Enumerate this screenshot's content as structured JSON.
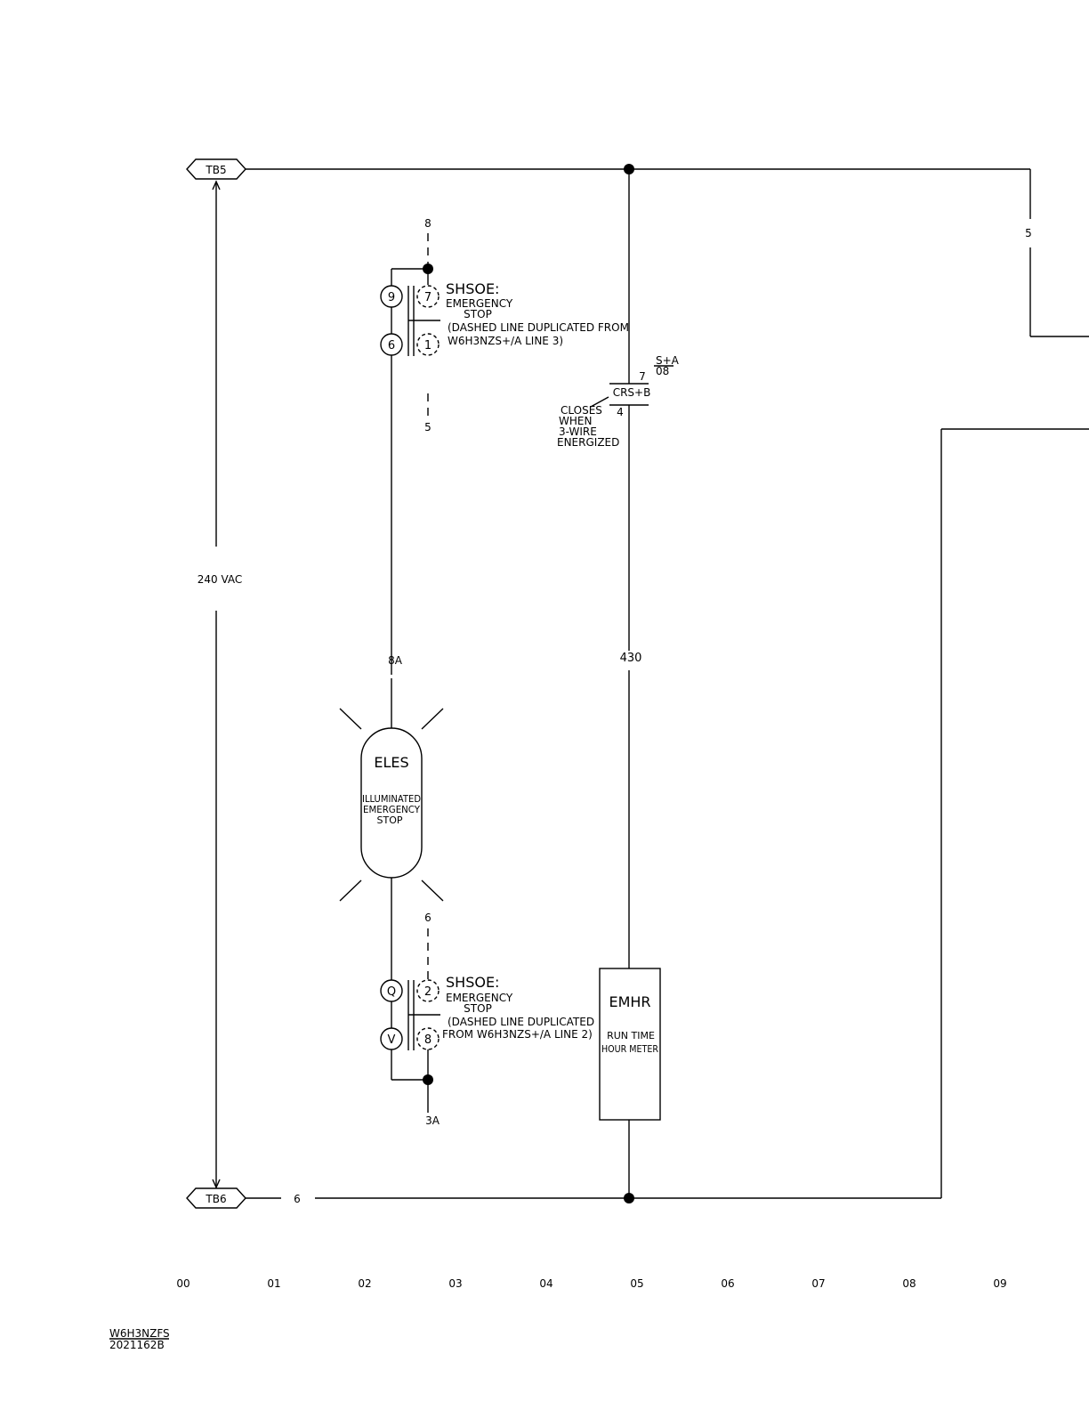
{
  "terminals": {
    "tb5": "TB5",
    "tb6": "TB6"
  },
  "voltage_label": "240 VAC",
  "wires": {
    "w8_top": "8",
    "w5_contact": "5",
    "w8a": "8A",
    "w6_lower": "6",
    "w3a": "3A",
    "w430": "430",
    "w5_right": "5",
    "w6_bottom": "6"
  },
  "switch_upper": {
    "tag": "SHSOE:",
    "line1": "EMERGENCY",
    "line2": "STOP",
    "note1": "(DASHED LINE DUPLICATED FROM",
    "note2": "W6H3NZS+/A LINE 3)",
    "pin_left_top": "9",
    "pin_left_bottom": "6",
    "pin_right_top": "7",
    "pin_right_bottom": "1"
  },
  "switch_lower": {
    "tag": "SHSOE:",
    "line1": "EMERGENCY",
    "line2": "STOP",
    "note1": "(DASHED LINE DUPLICATED",
    "note2": "FROM W6H3NZS+/A LINE 2)",
    "pin_left_top": "Q",
    "pin_left_bottom": "V",
    "pin_right_top": "2",
    "pin_right_bottom": "8"
  },
  "lamp": {
    "tag": "ELES",
    "line1": "ILLUMINATED",
    "line2": "EMERGENCY",
    "line3": "STOP"
  },
  "relay_contact": {
    "tag": "CRS+B",
    "pin_top": "7",
    "pin_bottom": "4",
    "ref_top": "S+A",
    "ref_bottom": "08",
    "note1": "CLOSES",
    "note2": "WHEN",
    "note3": "3-WIRE",
    "note4": "ENERGIZED"
  },
  "meter": {
    "tag": "EMHR",
    "line1": "RUN TIME",
    "line2": "HOUR METER"
  },
  "columns": [
    "00",
    "01",
    "02",
    "03",
    "04",
    "05",
    "06",
    "07",
    "08",
    "09"
  ],
  "drawing_id": {
    "line1": "W6H3NZFS",
    "line2": "2021162B"
  }
}
